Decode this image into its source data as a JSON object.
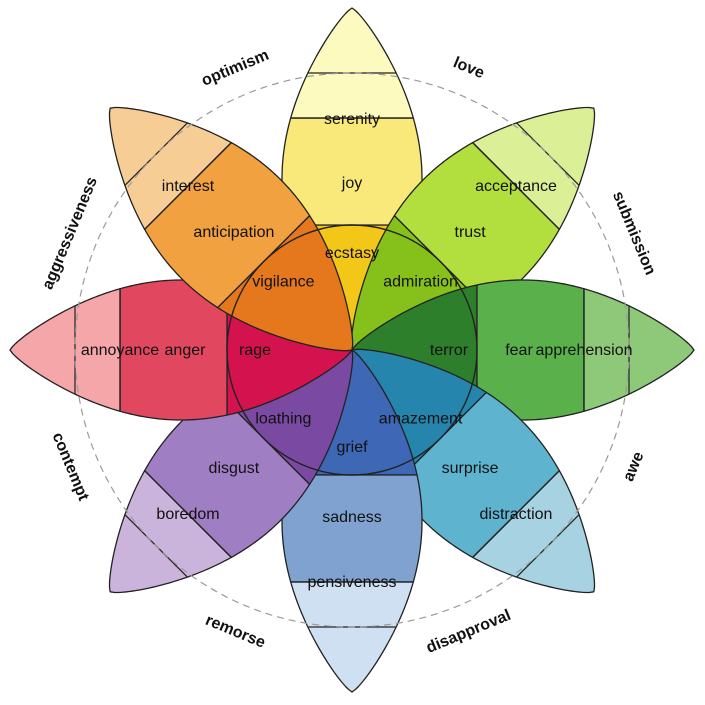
{
  "wheel": {
    "petals": [
      {
        "id": "joy-family",
        "labels": [
          "serenity",
          "joy",
          "ecstasy"
        ],
        "colors": [
          "#fdfabf",
          "#f9e87a",
          "#f3c717"
        ]
      },
      {
        "id": "trust-family",
        "labels": [
          "acceptance",
          "trust",
          "admiration"
        ],
        "colors": [
          "#dbef96",
          "#b3df3e",
          "#86c11b"
        ]
      },
      {
        "id": "fear-family",
        "labels": [
          "apprehension",
          "fear",
          "terror"
        ],
        "colors": [
          "#8dc978",
          "#5ab14b",
          "#2e7f2b"
        ]
      },
      {
        "id": "surprise-family",
        "labels": [
          "distraction",
          "surprise",
          "amazement"
        ],
        "colors": [
          "#a6d2e1",
          "#5eb4cf",
          "#2585ac"
        ]
      },
      {
        "id": "sadness-family",
        "labels": [
          "pensiveness",
          "sadness",
          "grief"
        ],
        "colors": [
          "#cfe0f2",
          "#7fa2d0",
          "#3e67b5"
        ]
      },
      {
        "id": "disgust-family",
        "labels": [
          "boredom",
          "disgust",
          "loathing"
        ],
        "colors": [
          "#cbb4dc",
          "#9f7ec3",
          "#7a4aa2"
        ]
      },
      {
        "id": "anger-family",
        "labels": [
          "annoyance",
          "anger",
          "rage"
        ],
        "colors": [
          "#f4a6a8",
          "#e14860",
          "#d4124d"
        ]
      },
      {
        "id": "anticipation-family",
        "labels": [
          "interest",
          "anticipation",
          "vigilance"
        ],
        "colors": [
          "#f6cd94",
          "#f1a140",
          "#e5781c"
        ]
      }
    ],
    "dyads": [
      {
        "id": "love",
        "label": "love"
      },
      {
        "id": "submission",
        "label": "submission"
      },
      {
        "id": "awe",
        "label": "awe"
      },
      {
        "id": "disapproval",
        "label": "disapproval"
      },
      {
        "id": "remorse",
        "label": "remorse"
      },
      {
        "id": "contempt",
        "label": "contempt"
      },
      {
        "id": "aggressiveness",
        "label": "aggressiveness"
      },
      {
        "id": "optimism",
        "label": "optimism"
      }
    ]
  }
}
